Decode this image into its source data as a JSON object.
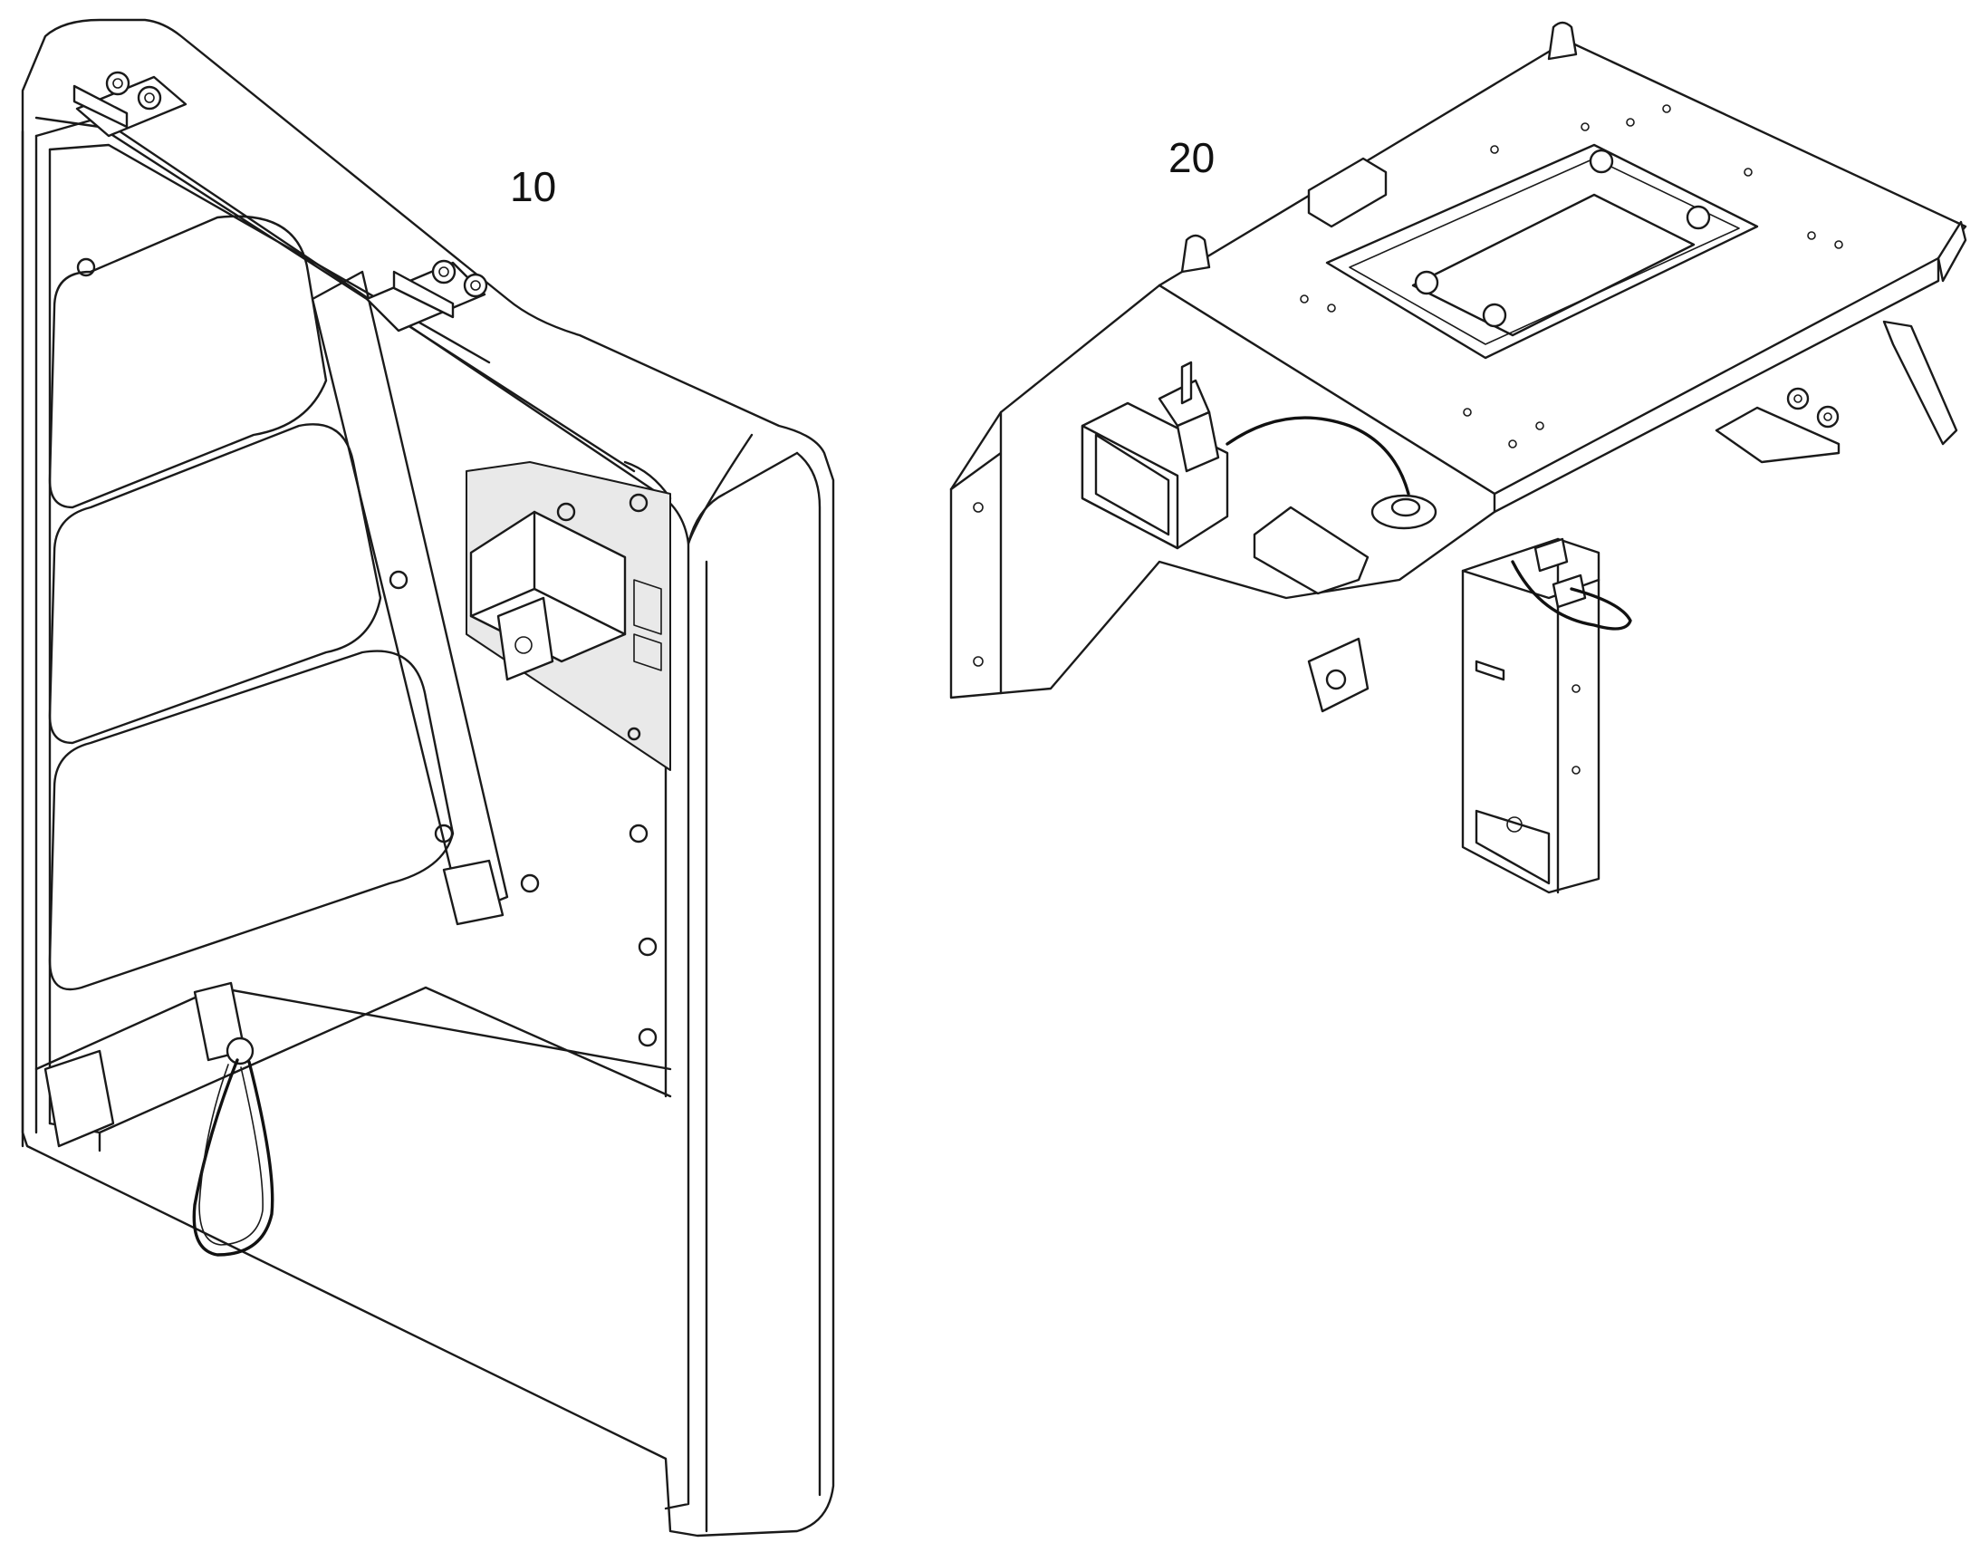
{
  "figure": {
    "labels": [
      {
        "id": "part-10",
        "text": "10"
      },
      {
        "id": "part-20",
        "text": "20"
      }
    ]
  },
  "colors": {
    "line": "#1a1a1a",
    "background": "#ffffff"
  }
}
